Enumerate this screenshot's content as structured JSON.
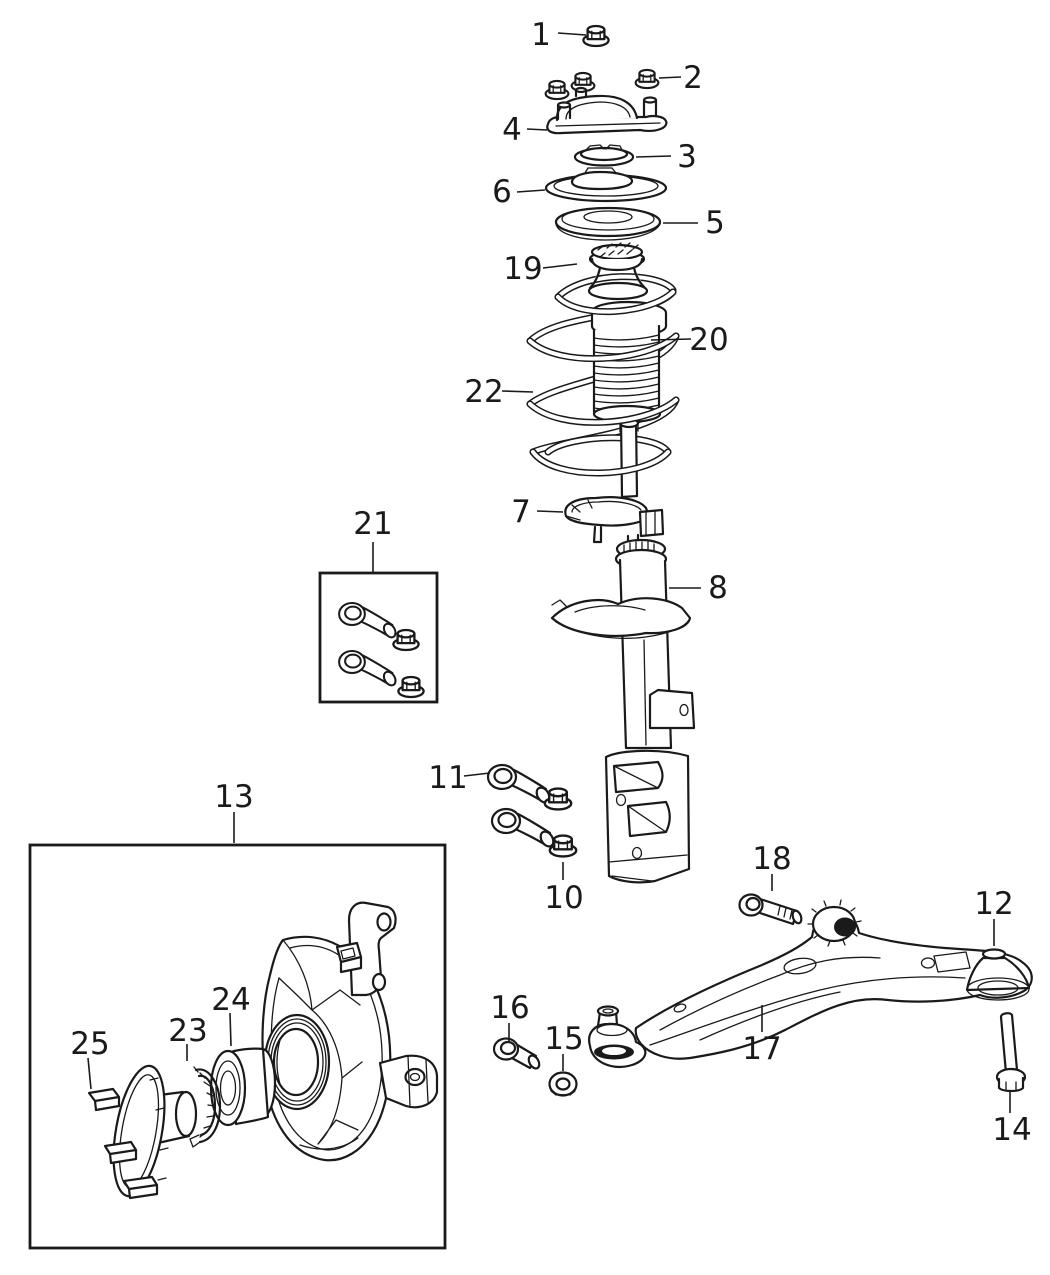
{
  "colors": {
    "line": "#1a1a1a",
    "background": "#ffffff"
  },
  "callouts": {
    "c1": {
      "number": "1",
      "part": "strut rod nut"
    },
    "c2": {
      "number": "2",
      "part": "strut mount nuts"
    },
    "c3": {
      "number": "3",
      "part": "strut mount bearing"
    },
    "c4": {
      "number": "4",
      "part": "strut mount"
    },
    "c5": {
      "number": "5",
      "part": "upper spring isolator"
    },
    "c6": {
      "number": "6",
      "part": "upper spring seat"
    },
    "c7": {
      "number": "7",
      "part": "lower spring isolator"
    },
    "c8": {
      "number": "8",
      "part": "strut damper"
    },
    "c10": {
      "number": "10",
      "part": "mounting nuts"
    },
    "c11": {
      "number": "11",
      "part": "mounting bolts"
    },
    "c12": {
      "number": "12",
      "part": "control arm rear bushing"
    },
    "c13": {
      "number": "13",
      "part": "steering knuckle with shield"
    },
    "c14": {
      "number": "14",
      "part": "bushing bolt"
    },
    "c15": {
      "number": "15",
      "part": "ball joint nut"
    },
    "c16": {
      "number": "16",
      "part": "ball joint bolt"
    },
    "c17": {
      "number": "17",
      "part": "lower control arm"
    },
    "c18": {
      "number": "18",
      "part": "pivot bolt"
    },
    "c19": {
      "number": "19",
      "part": "jounce bumper"
    },
    "c20": {
      "number": "20",
      "part": "dust boot"
    },
    "c21": {
      "number": "21",
      "part": "strut hardware kit"
    },
    "c22": {
      "number": "22",
      "part": "coil spring"
    },
    "c23": {
      "number": "23",
      "part": "snap ring"
    },
    "c24": {
      "number": "24",
      "part": "hub bearing"
    },
    "c25": {
      "number": "25",
      "part": "hub"
    }
  }
}
